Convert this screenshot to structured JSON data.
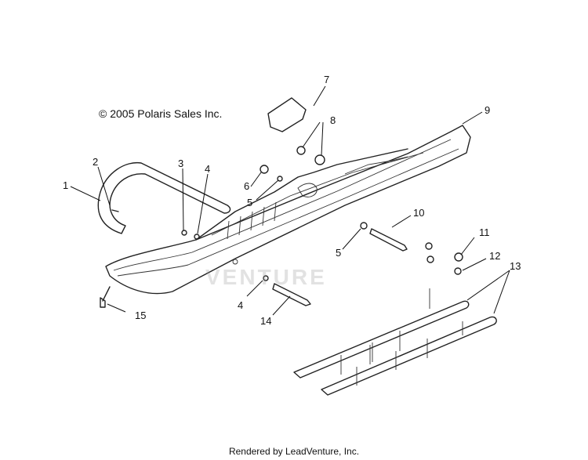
{
  "copyright": "© 2005 Polaris Sales Inc.",
  "footer": "Rendered by LeadVenture, Inc.",
  "watermark": "VENTURE",
  "callouts": {
    "c1": "1",
    "c2": "2",
    "c3": "3",
    "c4a": "4",
    "c4b": "4",
    "c5a": "5",
    "c5b": "5",
    "c6": "6",
    "c7": "7",
    "c8": "8",
    "c9": "9",
    "c10": "10",
    "c11": "11",
    "c12": "12",
    "c13": "13",
    "c14": "14",
    "c15": "15"
  },
  "colors": {
    "line": "#222222",
    "background": "#ffffff"
  }
}
